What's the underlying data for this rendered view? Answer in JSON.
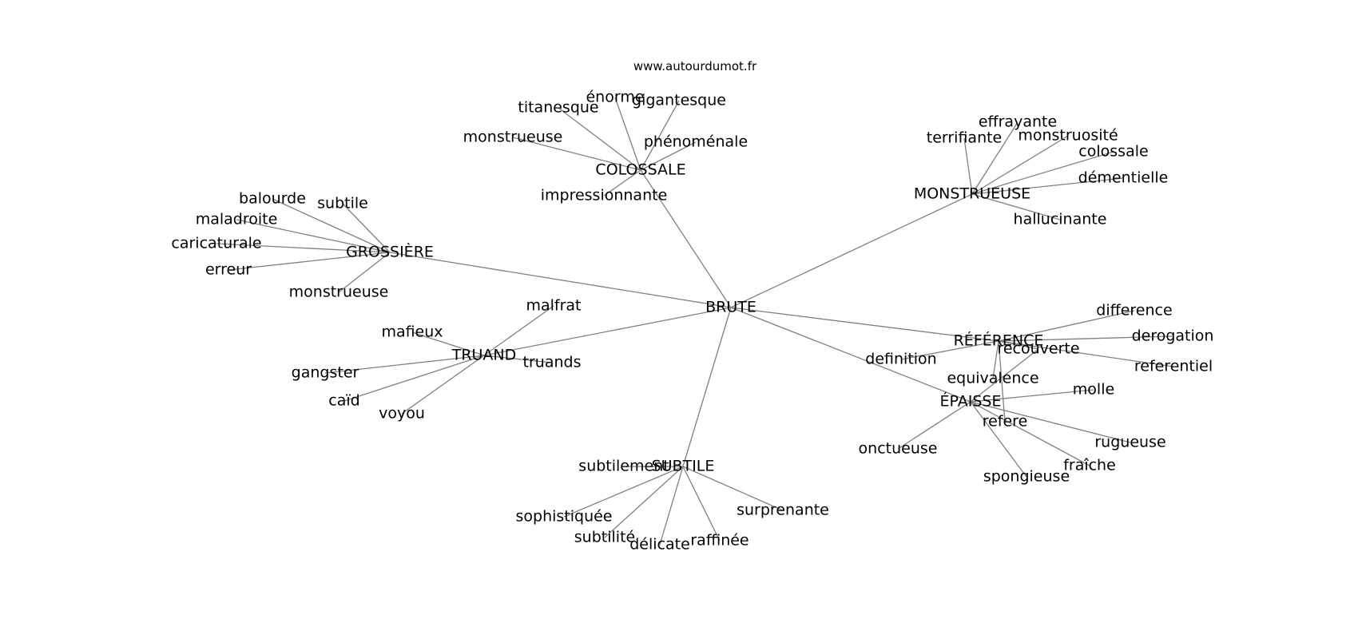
{
  "caption": "www.autourdumot.fr",
  "graph": {
    "nodes": [
      {
        "id": "brute",
        "label": "BRUTE",
        "hub": true
      },
      {
        "id": "colossale",
        "label": "COLOSSALE",
        "hub": true
      },
      {
        "id": "monstrueuse_hub",
        "label": "MONSTRUEUSE",
        "hub": true
      },
      {
        "id": "grossiere",
        "label": "GROSSIÈRE",
        "hub": true
      },
      {
        "id": "truand",
        "label": "TRUAND",
        "hub": true
      },
      {
        "id": "subtile_hub",
        "label": "SUBTILE",
        "hub": true
      },
      {
        "id": "reference",
        "label": "RÉFÉRENCE",
        "hub": true
      },
      {
        "id": "epaisse",
        "label": "ÉPAISSE",
        "hub": true
      },
      {
        "id": "titanesque",
        "label": "titanesque"
      },
      {
        "id": "enorme",
        "label": "énorme"
      },
      {
        "id": "gigantesque",
        "label": "gigantesque"
      },
      {
        "id": "monstrueuse_c",
        "label": "monstrueuse"
      },
      {
        "id": "phenomenale",
        "label": "phénoménale"
      },
      {
        "id": "impressionnante",
        "label": "impressionnante"
      },
      {
        "id": "effrayante",
        "label": "effrayante"
      },
      {
        "id": "terrifiante",
        "label": "terrifiante"
      },
      {
        "id": "monstruosite",
        "label": "monstruosité"
      },
      {
        "id": "colossale_m",
        "label": "colossale"
      },
      {
        "id": "dementielle",
        "label": "démentielle"
      },
      {
        "id": "hallucinante",
        "label": "hallucinante"
      },
      {
        "id": "balourde",
        "label": "balourde"
      },
      {
        "id": "subtile_g",
        "label": "subtile"
      },
      {
        "id": "maladroite",
        "label": "maladroite"
      },
      {
        "id": "caricaturale",
        "label": "caricaturale"
      },
      {
        "id": "erreur",
        "label": "erreur"
      },
      {
        "id": "monstrueuse_g",
        "label": "monstrueuse"
      },
      {
        "id": "malfrat",
        "label": "malfrat"
      },
      {
        "id": "mafieux",
        "label": "mafieux"
      },
      {
        "id": "truands",
        "label": "truands"
      },
      {
        "id": "gangster",
        "label": "gangster"
      },
      {
        "id": "caid",
        "label": "caïd"
      },
      {
        "id": "voyou",
        "label": "voyou"
      },
      {
        "id": "subtilement",
        "label": "subtilement"
      },
      {
        "id": "sophistiquee",
        "label": "sophistiquée"
      },
      {
        "id": "subtilite",
        "label": "subtilité"
      },
      {
        "id": "delicate",
        "label": "délicate"
      },
      {
        "id": "raffinee",
        "label": "raffinée"
      },
      {
        "id": "surprenante",
        "label": "surprenante"
      },
      {
        "id": "difference",
        "label": "difference"
      },
      {
        "id": "derogation",
        "label": "derogation"
      },
      {
        "id": "recouverte",
        "label": "recouverte"
      },
      {
        "id": "referentiel",
        "label": "referentiel"
      },
      {
        "id": "definition",
        "label": "definition"
      },
      {
        "id": "equivalence",
        "label": "equivalence"
      },
      {
        "id": "refere",
        "label": "refere"
      },
      {
        "id": "molle",
        "label": "molle"
      },
      {
        "id": "onctueuse",
        "label": "onctueuse"
      },
      {
        "id": "rugueuse",
        "label": "rugueuse"
      },
      {
        "id": "fraiche",
        "label": "fraîche"
      },
      {
        "id": "spongieuse",
        "label": "spongieuse"
      }
    ],
    "edges": [
      [
        "brute",
        "colossale"
      ],
      [
        "brute",
        "monstrueuse_hub"
      ],
      [
        "brute",
        "grossiere"
      ],
      [
        "brute",
        "truand"
      ],
      [
        "brute",
        "subtile_hub"
      ],
      [
        "brute",
        "reference"
      ],
      [
        "brute",
        "epaisse"
      ],
      [
        "colossale",
        "titanesque"
      ],
      [
        "colossale",
        "enorme"
      ],
      [
        "colossale",
        "gigantesque"
      ],
      [
        "colossale",
        "monstrueuse_c"
      ],
      [
        "colossale",
        "phenomenale"
      ],
      [
        "colossale",
        "impressionnante"
      ],
      [
        "monstrueuse_hub",
        "effrayante"
      ],
      [
        "monstrueuse_hub",
        "terrifiante"
      ],
      [
        "monstrueuse_hub",
        "monstruosite"
      ],
      [
        "monstrueuse_hub",
        "colossale_m"
      ],
      [
        "monstrueuse_hub",
        "dementielle"
      ],
      [
        "monstrueuse_hub",
        "hallucinante"
      ],
      [
        "grossiere",
        "balourde"
      ],
      [
        "grossiere",
        "subtile_g"
      ],
      [
        "grossiere",
        "maladroite"
      ],
      [
        "grossiere",
        "caricaturale"
      ],
      [
        "grossiere",
        "erreur"
      ],
      [
        "grossiere",
        "monstrueuse_g"
      ],
      [
        "truand",
        "malfrat"
      ],
      [
        "truand",
        "mafieux"
      ],
      [
        "truand",
        "truands"
      ],
      [
        "truand",
        "gangster"
      ],
      [
        "truand",
        "caid"
      ],
      [
        "truand",
        "voyou"
      ],
      [
        "subtile_hub",
        "subtilement"
      ],
      [
        "subtile_hub",
        "sophistiquee"
      ],
      [
        "subtile_hub",
        "subtilite"
      ],
      [
        "subtile_hub",
        "delicate"
      ],
      [
        "subtile_hub",
        "raffinee"
      ],
      [
        "subtile_hub",
        "surprenante"
      ],
      [
        "reference",
        "difference"
      ],
      [
        "reference",
        "derogation"
      ],
      [
        "reference",
        "recouverte"
      ],
      [
        "reference",
        "referentiel"
      ],
      [
        "reference",
        "definition"
      ],
      [
        "reference",
        "equivalence"
      ],
      [
        "reference",
        "refere"
      ],
      [
        "epaisse",
        "recouverte"
      ],
      [
        "epaisse",
        "molle"
      ],
      [
        "epaisse",
        "onctueuse"
      ],
      [
        "epaisse",
        "rugueuse"
      ],
      [
        "epaisse",
        "fraiche"
      ],
      [
        "epaisse",
        "spongieuse"
      ]
    ]
  }
}
